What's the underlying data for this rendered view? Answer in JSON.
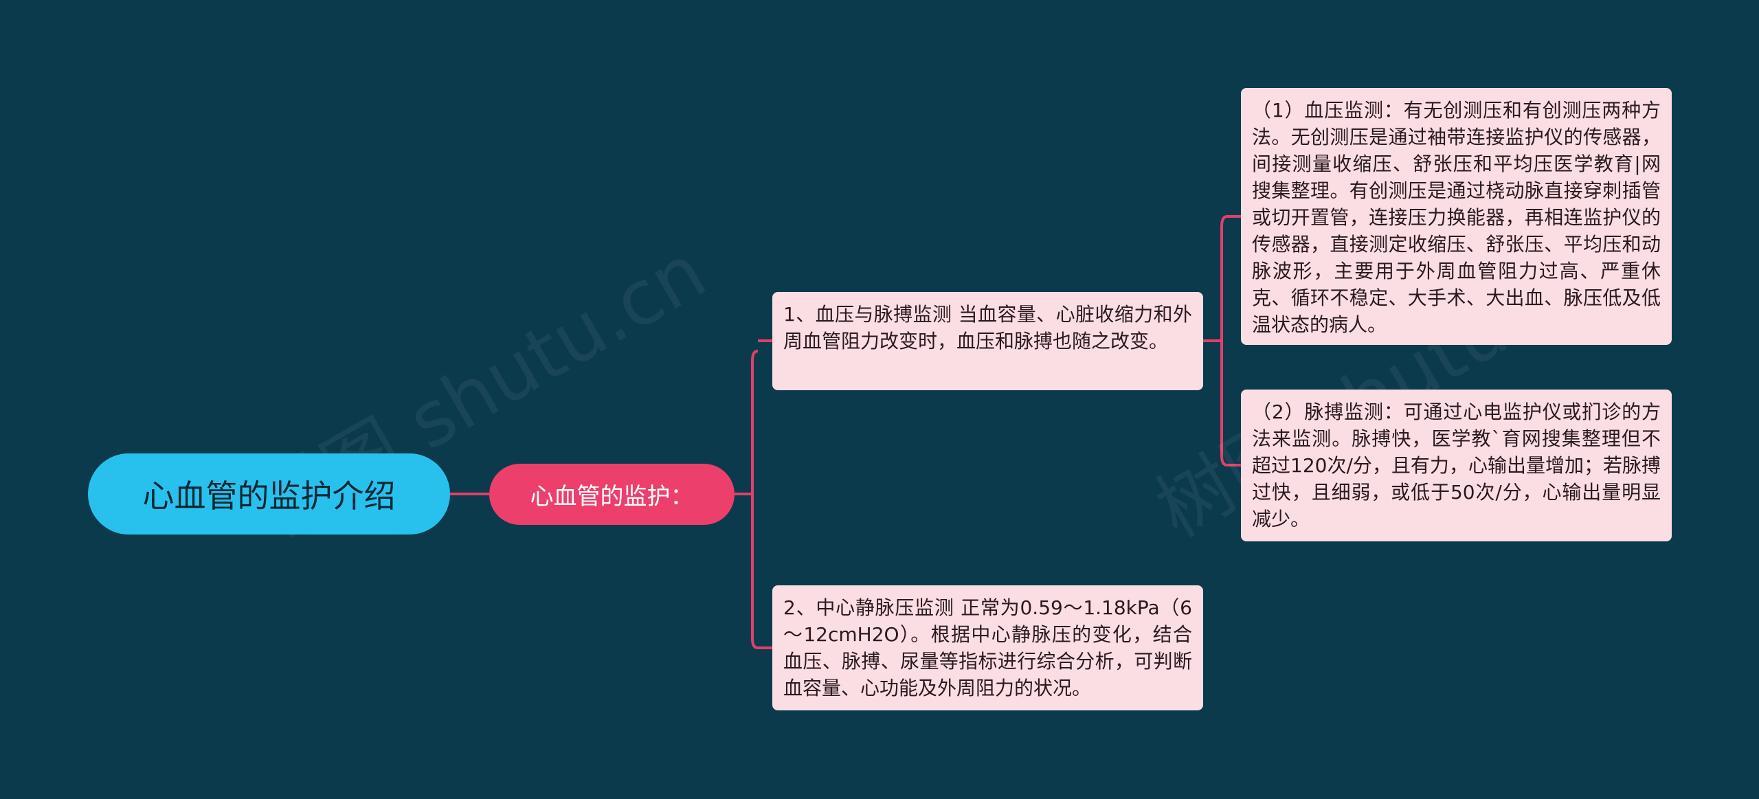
{
  "root": {
    "label": "心血管的监护介绍"
  },
  "sub": {
    "label": "心血管的监护："
  },
  "leaves": [
    {
      "text": "1、血压与脉搏监测 当血容量、心脏收缩力和外周血管阻力改变时，血压和脉搏也随之改变。"
    },
    {
      "text": "2、中心静脉压监测 正常为0.59～1.18kPa（6～12cmH2O）。根据中心静脉压的变化，结合血压、脉搏、尿量等指标进行综合分析，可判断血容量、心功能及外周阻力的状况。"
    },
    {
      "text": "（1）血压监测：有无创测压和有创测压两种方法。无创测压是通过袖带连接监护仪的传感器，间接测量收缩压、舒张压和平均压医学教育|网搜集整理。有创测压是通过桡动脉直接穿刺插管或切开置管，连接压力换能器，再相连监护仪的传感器，直接测定收缩压、舒张压、平均压和动脉波形，主要用于外周血管阻力过高、严重休克、循环不稳定、大手术、大出血、脉压低及低温状态的病人。"
    },
    {
      "text": "（2）脉搏监测：可通过心电监护仪或扪诊的方法来监测。脉搏快，医学教`育网搜集整理但不超过120次/分，且有力，心输出量增加；若脉搏过快，且细弱，或低于50次/分，心输出量明显减少。"
    }
  ],
  "watermarks": [
    "树图 shutu.cn",
    "树图 shutu.cn"
  ],
  "colors": {
    "background": "#0b3a4d",
    "root": "#28c1ee",
    "sub": "#ec3f6c",
    "leaf": "#fbdee4",
    "link": "#e0406a"
  }
}
